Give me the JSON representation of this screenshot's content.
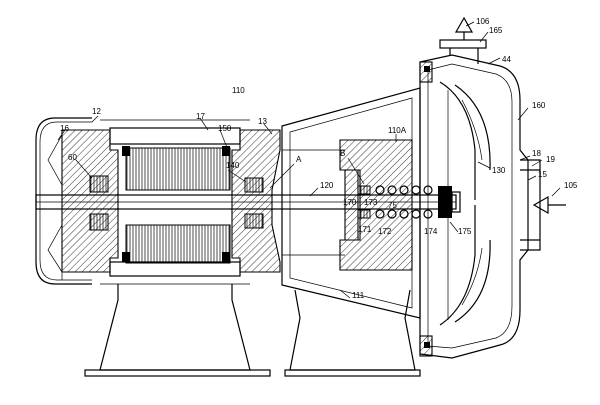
{
  "labels": [
    {
      "id": "106",
      "text": "106"
    },
    {
      "id": "165",
      "text": "165"
    },
    {
      "id": "44",
      "text": "44"
    },
    {
      "id": "110",
      "text": "110"
    },
    {
      "id": "12",
      "text": "12"
    },
    {
      "id": "17",
      "text": "17"
    },
    {
      "id": "16",
      "text": "16"
    },
    {
      "id": "150",
      "text": "150"
    },
    {
      "id": "13",
      "text": "13"
    },
    {
      "id": "160",
      "text": "160"
    },
    {
      "id": "110A",
      "text": "110A"
    },
    {
      "id": "60",
      "text": "60"
    },
    {
      "id": "140",
      "text": "140"
    },
    {
      "id": "A",
      "text": "A"
    },
    {
      "id": "B",
      "text": "B"
    },
    {
      "id": "18",
      "text": "18"
    },
    {
      "id": "19",
      "text": "19"
    },
    {
      "id": "130",
      "text": "130"
    },
    {
      "id": "15",
      "text": "15"
    },
    {
      "id": "120",
      "text": "120"
    },
    {
      "id": "105",
      "text": "105"
    },
    {
      "id": "170",
      "text": "170"
    },
    {
      "id": "173",
      "text": "173"
    },
    {
      "id": "75",
      "text": "75"
    },
    {
      "id": "171",
      "text": "171"
    },
    {
      "id": "172",
      "text": "172"
    },
    {
      "id": "174",
      "text": "174"
    },
    {
      "id": "175",
      "text": "175"
    },
    {
      "id": "111",
      "text": "111"
    }
  ]
}
